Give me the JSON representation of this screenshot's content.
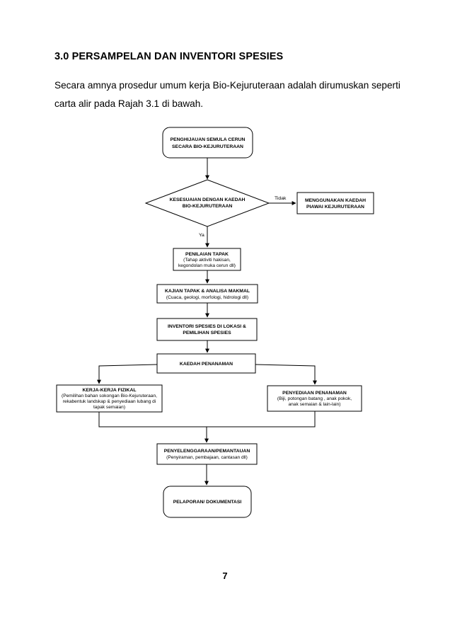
{
  "section_heading": "3.0 PERSAMPELAN DAN INVENTORI SPESIES",
  "intro": {
    "line1": "Secara amnya prosedur umum kerja Bio-Kejuruteraan adalah dirumuskan seperti",
    "line2": "carta alir pada Rajah 3.1 di bawah."
  },
  "flowchart": {
    "start": {
      "line1": "PENGHIJAUAN SEMULA CERUN",
      "line2": "SECARA BIO-KEJURUTERAAN"
    },
    "decision": {
      "line1": "KESESUAIAN  DENGAN KAEDAH",
      "line2": "BIO-KEJURUTERAAN"
    },
    "no_label": "Tidak",
    "yes_label": "Ya",
    "alternative": {
      "line1": "MENGGUNAKAN KAEDAH",
      "line2": "PIAWAI KEJURUTERAAN"
    },
    "site_assessment": {
      "title": "PENILAIAN TAPAK",
      "detail1": "(Tahap aktiviti hakisan,",
      "detail2": "kegondolan muka cerun dll)"
    },
    "site_study": {
      "title": "KAJIAN TAPAK & ANALISA MAKMAL",
      "detail1": "(Cuaca, geologi, morfologi, hidrologi dll)"
    },
    "inventory": {
      "line1": "INVENTORI SPESIES DI LOKASI  &",
      "line2": "PEMILIHAN SPESIES"
    },
    "planting_method": {
      "title": "KAEDAH  PENANAMAN"
    },
    "physical_works": {
      "title": "KERJA-KERJA FIZIKAL",
      "detail1": "(Pemilihan bahan sokongan Bio-Kejuruteraan,",
      "detail2": "rekabentuk landskap & penyediaan lubang di",
      "detail3": "tapak semaian)"
    },
    "planting_prep": {
      "title": "PENYEDIAAN PENANAMAN",
      "detail1": "(Biji, potongan batang , anak pokok,",
      "detail2": "anak semaian & lain-lain)"
    },
    "maintenance": {
      "title": "PENYELENGGARAAN/PEMANTAUAN",
      "detail1": "(Penyiraman, pembajaan, cantasan dll)"
    },
    "reporting": {
      "title": "PELAPORAN/ DOKUMENTASI"
    }
  },
  "page_number": "7"
}
